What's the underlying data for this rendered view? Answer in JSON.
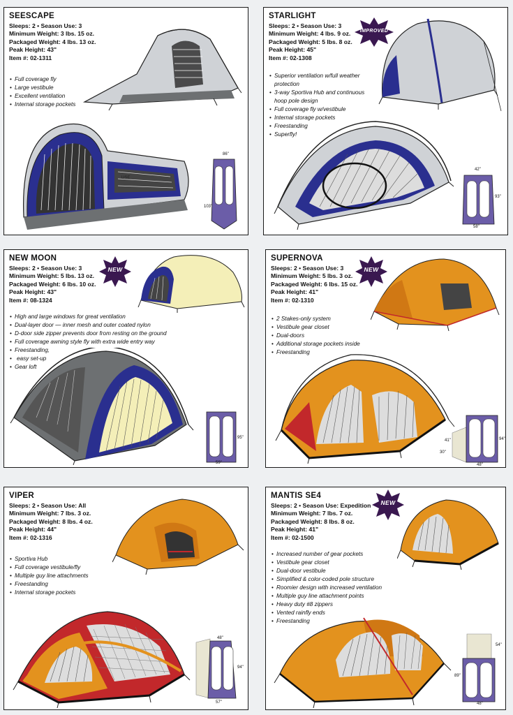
{
  "colors": {
    "fly_gray": "#cfd2d6",
    "navy": "#2a2f8f",
    "floor_gray": "#6d7072",
    "yellow": "#f4efb8",
    "orange": "#e3921e",
    "red": "#c2282b",
    "footprint": "#6b5da8",
    "badge": "#3a1850"
  },
  "tents": [
    {
      "name": "SEESCAPE",
      "specs": [
        "Sleeps: 2 • Season Use: 3",
        "Minimum Weight: 3 lbs. 15 oz.",
        "Packaged Weight: 4 lbs. 13 oz.",
        "Peak Height: 43\"",
        "Item #: 02-1311"
      ],
      "features": [
        "Full coverage fly",
        "Large vestibule",
        "Excellent ventilation",
        "Internal storage pockets"
      ],
      "badge": "",
      "footprint": {
        "width": "86\"",
        "length": "103\""
      }
    },
    {
      "name": "STARLIGHT",
      "specs": [
        "Sleeps: 2 • Season Use: 3",
        "Minimum Weight: 4 lbs. 9 oz.",
        "Packaged Weight: 5 lbs. 8 oz.",
        "Peak Height: 45\"",
        "Item #: 02-1308"
      ],
      "features": [
        "Superior ventilation w/full weather protection",
        "3-way Sportiva Hub and continuous hoop pole design",
        "Full coverage fly w/vestibule",
        "Internal storage pockets",
        "Freestanding",
        "Superfly!"
      ],
      "badge": "IMPROVED",
      "footprint": {
        "width": "42\"",
        "length": "93\"",
        "width2": "58\""
      }
    },
    {
      "name": "NEW MOON",
      "specs": [
        "Sleeps: 2 • Season Use: 3",
        "Minimum Weight: 5 lbs. 13 oz.",
        "Packaged Weight: 6 lbs. 10 oz.",
        "Peak Height: 43\"",
        "Item #: 08-1324"
      ],
      "features": [
        "High and large windows for great ventilation",
        "Dual-layer door — inner mesh and outer coated nylon",
        "D-door side zipper prevents door from resting on the ground",
        "Full coverage awning style fly with extra wide entry way",
        "Freestanding,",
        "easy set-up",
        "Gear loft"
      ],
      "badge": "NEW",
      "footprint": {
        "width": "59\"",
        "length": "95\""
      }
    },
    {
      "name": "SUPERNOVA",
      "specs": [
        "Sleeps: 2 • Season Use: 3",
        "Minimum Weight: 5 lbs. 3 oz.",
        "Packaged Weight: 6 lbs. 15 oz.",
        "Peak Height: 41\"",
        "Item #: 02-1310"
      ],
      "features": [
        "2 Stakes-only system",
        "Vestibule gear closet",
        "Dual-doors",
        "Additional storage pockets inside",
        "Freestanding"
      ],
      "badge": "NEW",
      "footprint": {
        "width": "48\"",
        "length": "94\"",
        "side": "41\"",
        "side2": "30\""
      }
    },
    {
      "name": "VIPER",
      "specs": [
        "Sleeps: 2 • Season Use: All",
        "Minimum Weight: 7 lbs. 3 oz.",
        "Packaged Weight: 8 lbs. 4 oz.",
        "Peak Height: 44\"",
        "Item #: 02-1316"
      ],
      "features": [
        "Sportiva Hub",
        "Full coverage vestibule/fly",
        "Multiple guy line attachments",
        "Freestanding",
        "Internal storage pockets"
      ],
      "badge": "",
      "footprint": {
        "width": "48\"",
        "length": "94\"",
        "width2": "57\""
      }
    },
    {
      "name": "MANTIS SE4",
      "specs": [
        "Sleeps: 2 • Season Use: Expedition",
        "Minimum Weight: 7 lbs. 7 oz.",
        "Packaged Weight: 8 lbs. 8 oz.",
        "Peak Height: 41\"",
        "Item #: 02-1500"
      ],
      "features": [
        "Increased number of gear pockets",
        "Vestibule gear closet",
        "Dual-door vestibule",
        "Simplified & color-coded pole structure",
        "Roomier design with increased ventilation",
        "Multiple guy line attachment points",
        "Heavy duty #8 zippers",
        "Vented rainfly ends",
        "Freestanding"
      ],
      "badge": "NEW",
      "footprint": {
        "width": "48\"",
        "length": "89\"",
        "side": "54\""
      }
    }
  ]
}
